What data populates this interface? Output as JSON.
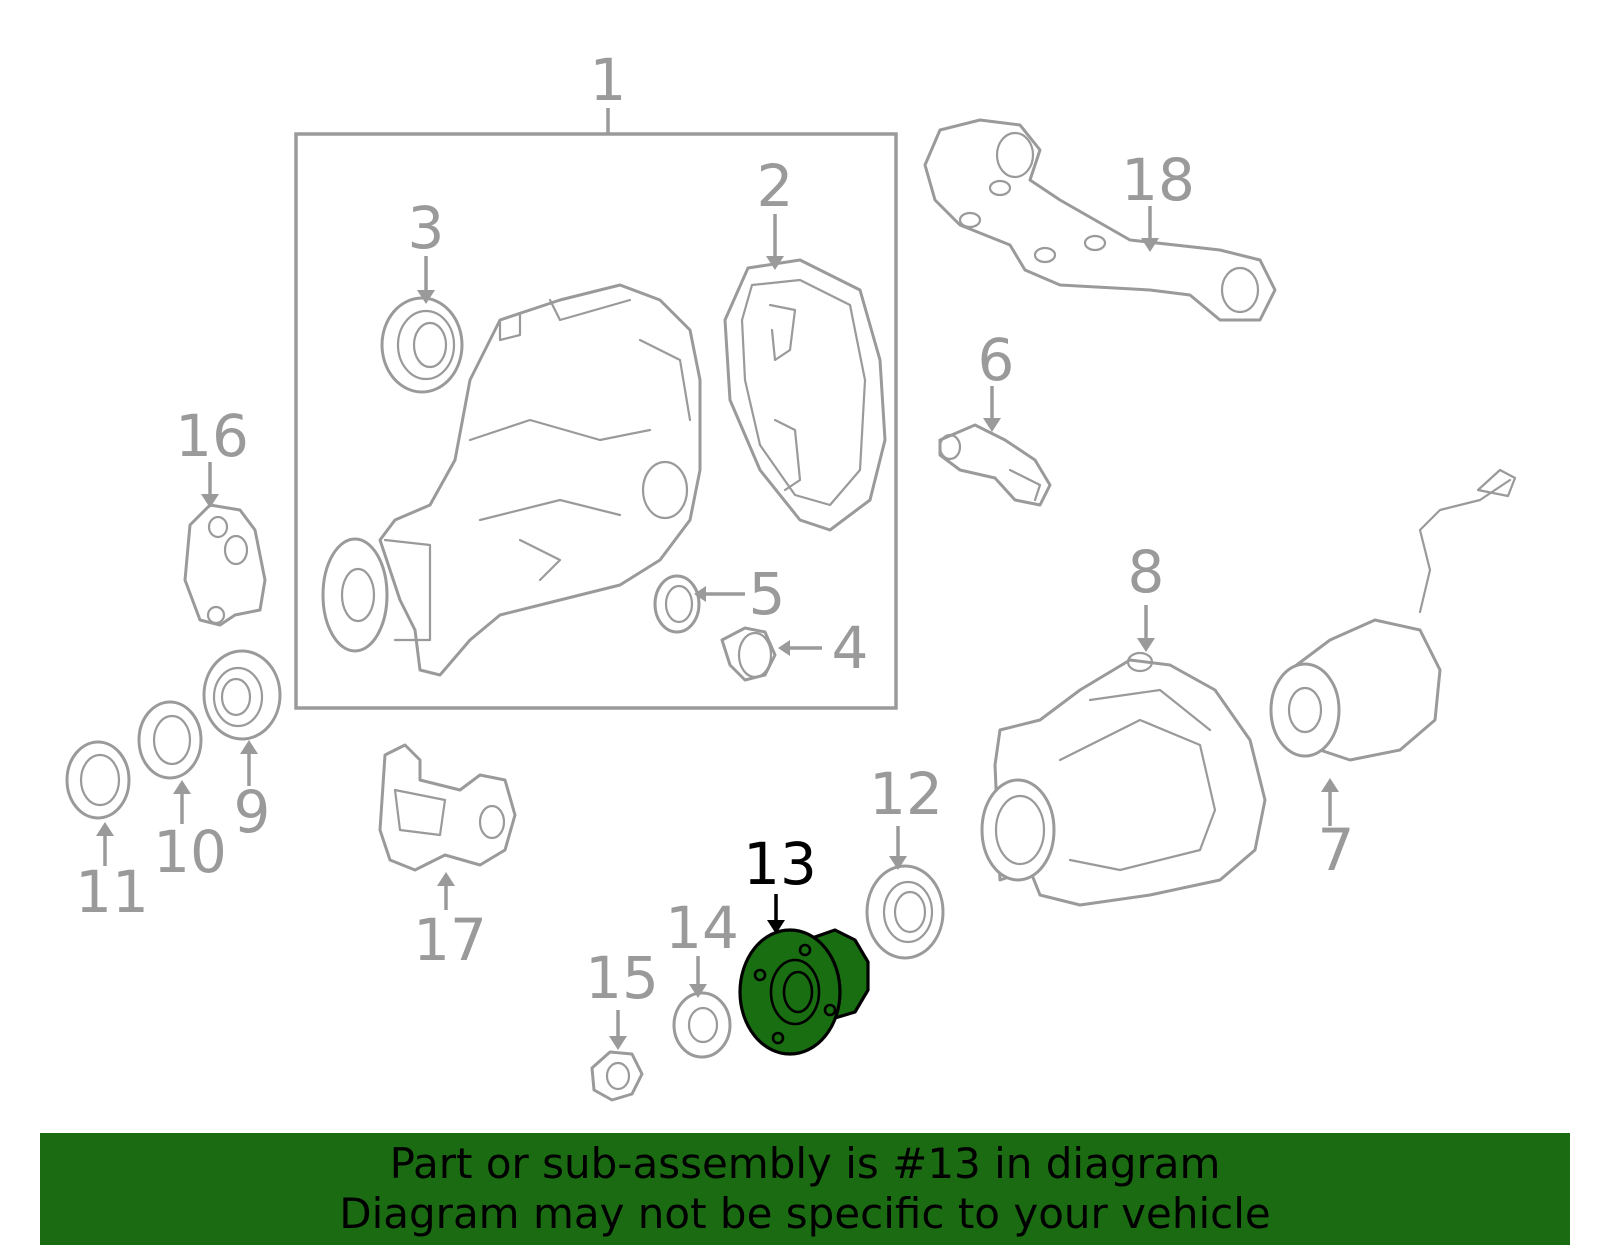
{
  "callouts": {
    "c1": "1",
    "c2": "2",
    "c3": "3",
    "c4": "4",
    "c5": "5",
    "c6": "6",
    "c7": "7",
    "c8": "8",
    "c9": "9",
    "c10": "10",
    "c11": "11",
    "c12": "12",
    "c13": "13",
    "c14": "14",
    "c15": "15",
    "c16": "16",
    "c17": "17",
    "c18": "18"
  },
  "highlight": {
    "part_number": "13",
    "fill_color": "#1a6e12"
  },
  "banner": {
    "line1": "Part or sub-assembly is #13 in diagram",
    "line2": "Diagram may not be specific to your vehicle",
    "background_color": "#1b6b12"
  }
}
